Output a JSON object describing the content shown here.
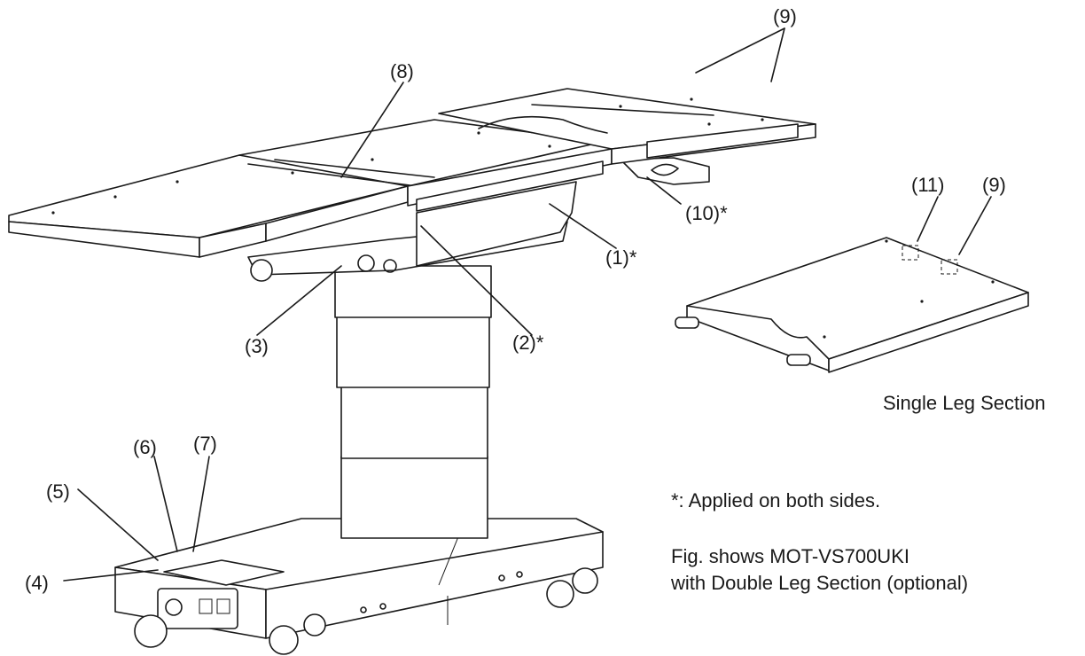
{
  "callouts": {
    "c1": "(1)*",
    "c2": "(2)*",
    "c3": "(3)",
    "c4": "(4)",
    "c5": "(5)",
    "c6": "(6)",
    "c7": "(7)",
    "c8": "(8)",
    "c9_main": "(9)",
    "c10": "(10)*",
    "c11": "(11)",
    "c9_single": "(9)"
  },
  "captions": {
    "single_leg": "Single Leg Section",
    "applied_note": "*: Applied on both sides.",
    "fig_line1": "Fig. shows MOT-VS700UKI",
    "fig_line2": "with Double Leg Section (optional)"
  },
  "colors": {
    "line": "#1a1a1a",
    "background": "#ffffff"
  }
}
